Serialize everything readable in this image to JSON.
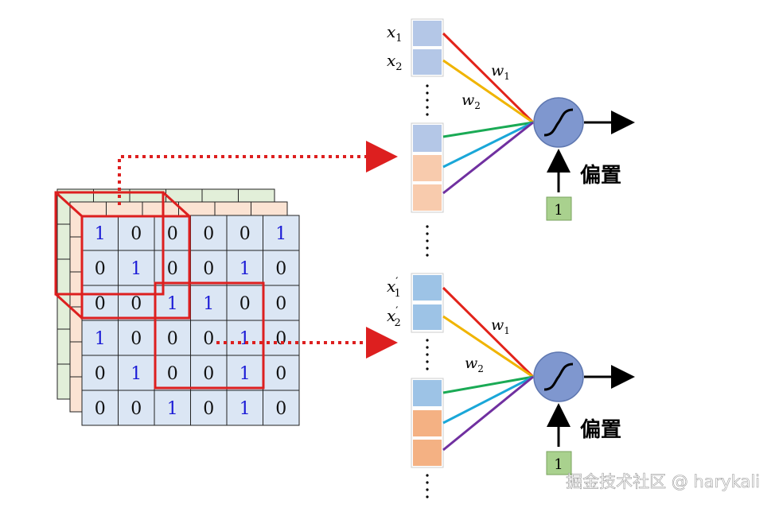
{
  "colors": {
    "front_grid_bg": "#dbe6f4",
    "mid_grid_bg": "#fbe3d3",
    "back_grid_bg": "#e2efd9",
    "window_red": "#dd1f1f",
    "digit_blue": "#1a1ad6",
    "digit_black": "#111111",
    "neuron_fill": "#7f97cf",
    "bias_fill": "#a9d18e",
    "input_blue": "#b4c7e7",
    "input_orange": "#f8cbad",
    "input_blue_2": "#9dc3e6",
    "input_orange_2": "#f4b183",
    "w_red": "#e2231a",
    "w_yellow": "#f0b400",
    "w_green": "#1aaa55",
    "w_cyan": "#1aa7d8",
    "w_purple": "#7030a0"
  },
  "grid": {
    "rows": [
      [
        "1",
        "0",
        "0",
        "0",
        "0",
        "1"
      ],
      [
        "0",
        "1",
        "0",
        "0",
        "1",
        "0"
      ],
      [
        "0",
        "0",
        "1",
        "1",
        "0",
        "0"
      ],
      [
        "1",
        "0",
        "0",
        "0",
        "1",
        "0"
      ],
      [
        "0",
        "1",
        "0",
        "0",
        "1",
        "0"
      ],
      [
        "0",
        "0",
        "1",
        "0",
        "1",
        "0"
      ]
    ],
    "highlight": [
      [
        true,
        false,
        false,
        false,
        false,
        true
      ],
      [
        false,
        true,
        false,
        false,
        true,
        false
      ],
      [
        false,
        false,
        true,
        true,
        false,
        false
      ],
      [
        true,
        false,
        false,
        false,
        true,
        false
      ],
      [
        false,
        true,
        false,
        false,
        true,
        false
      ],
      [
        false,
        false,
        true,
        false,
        true,
        false
      ]
    ]
  },
  "neuron_top": {
    "x1": "x",
    "x1_sub": "1",
    "x2": "x",
    "x2_sub": "2",
    "w1": "w",
    "w1_sub": "1",
    "w2": "w",
    "w2_sub": "2",
    "bias_label": "偏置",
    "bias_value": "1",
    "activation_icon": "sigmoid-icon"
  },
  "neuron_bottom": {
    "x1": "x",
    "x1_sub": "1",
    "x1_prime": "′",
    "x2": "x",
    "x2_sub": "2",
    "x2_prime": "′",
    "w1": "w",
    "w1_sub": "1",
    "w2": "w",
    "w2_sub": "2",
    "bias_label": "偏置",
    "bias_value": "1",
    "activation_icon": "sigmoid-icon"
  },
  "watermark": "掘金技术社区 @ harykali"
}
